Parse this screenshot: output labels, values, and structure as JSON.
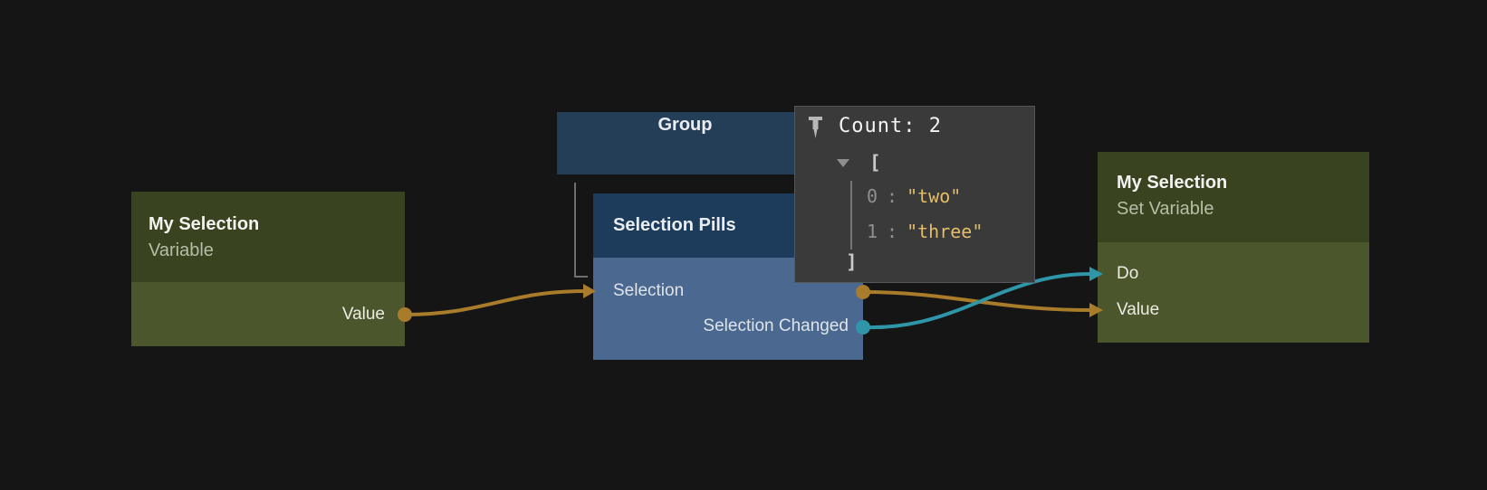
{
  "editor": {
    "name": "node-graph-canvas"
  },
  "colors": {
    "background": "#151515",
    "olive_node_header": "#3a431f",
    "olive_node_body": "#4c562c",
    "group_node_header": "#253e58",
    "pills_node_header": "#1d3b5a",
    "pills_node_body": "#4a6890",
    "wire_data_orange": "#a87c2a",
    "wire_event_teal": "#2f95a8",
    "tree_connector_gray": "#6f6f6f",
    "tooltip_background": "#3a3a3a",
    "tooltip_string_value": "#e5bd66",
    "tooltip_index_gray": "#8f8f8f"
  },
  "nodes": {
    "variable": {
      "title": "My Selection",
      "subtitle": "Variable",
      "ports": [
        {
          "label": "Value",
          "direction": "output",
          "type": "data"
        }
      ]
    },
    "group": {
      "title": "Group"
    },
    "selection_pills": {
      "title": "Selection Pills",
      "ports": [
        {
          "label": "Selection",
          "direction": "input",
          "type": "data"
        },
        {
          "label": "Selection Changed",
          "direction": "output",
          "type": "event"
        }
      ]
    },
    "set_variable": {
      "title": "My Selection",
      "subtitle": "Set Variable",
      "ports": [
        {
          "label": "Do",
          "direction": "input",
          "type": "event"
        },
        {
          "label": "Value",
          "direction": "input",
          "type": "data"
        }
      ]
    }
  },
  "tooltip": {
    "pin_icon": "pushpin-icon",
    "header": "Count: 2",
    "array": {
      "open": "[",
      "close": "]",
      "items": [
        {
          "index": "0",
          "sep": ":",
          "value": "\"two\""
        },
        {
          "index": "1",
          "sep": ":",
          "value": "\"three\""
        }
      ]
    }
  }
}
